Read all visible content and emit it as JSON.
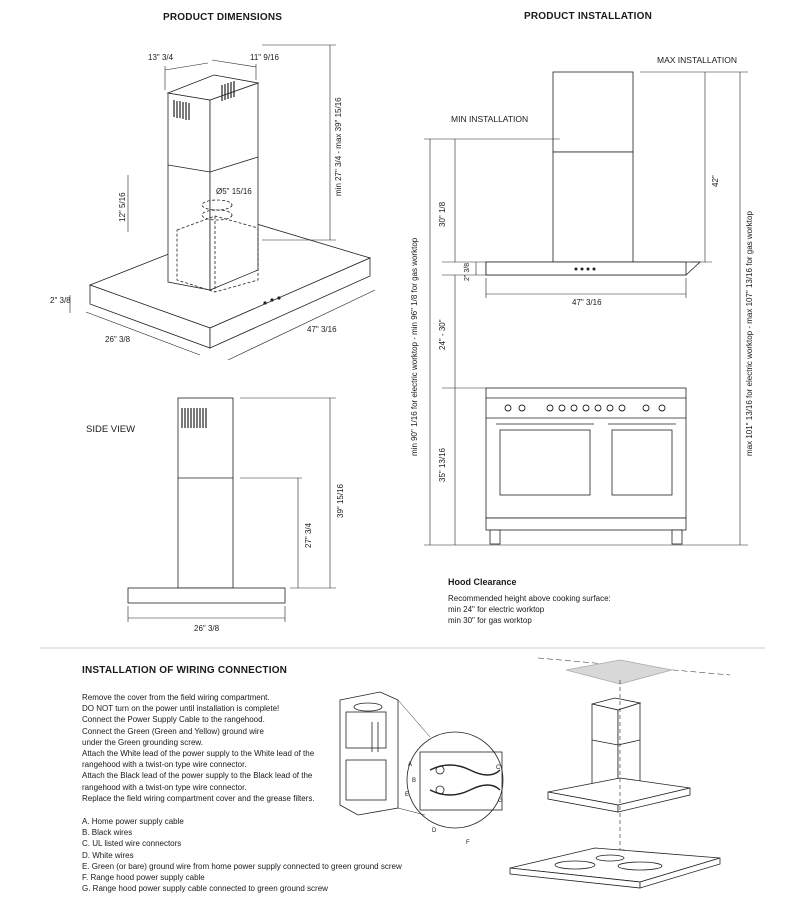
{
  "headings": {
    "dimensions": "PRODUCT DIMENSIONS",
    "installation": "PRODUCT INSTALLATION",
    "side_view": "SIDE VIEW",
    "wiring": "INSTALLATION OF WIRING CONNECTION"
  },
  "dimensions": {
    "chimney_width": "13\" 3/4",
    "chimney_depth": "11\" 9/16",
    "chimney_height_range": "min 27\" 3/4 - max 39\" 15/16",
    "duct_diameter": "Ø5\" 15/16",
    "inner_height": "12\" 5/16",
    "hood_thickness": "2\" 3/8",
    "hood_depth": "26\" 3/8",
    "hood_width": "47\" 3/16"
  },
  "side_view": {
    "total_height": "39\" 15/16",
    "min_height": "27\" 3/4",
    "depth": "26\" 3/8"
  },
  "installation": {
    "max_label": "MAX INSTALLATION",
    "min_label": "MIN INSTALLATION",
    "chimney_height": "42\"",
    "min_chimney": "30\" 1/8",
    "hood_thickness": "2\" 3/8",
    "hood_width": "47\" 3/16",
    "clearance": "24\" - 30\"",
    "range_height": "35\" 13/16",
    "left_vertical": "min 90\" 1/16 for electric worktop - min 96\" 1/8 for gas worktop",
    "right_vertical": "max 101\" 13/16 for electric worktop - max 107\" 13/16 for gas worktop"
  },
  "clearance": {
    "title": "Hood Clearance",
    "lines": [
      "Recommended height above cooking surface:",
      "min 24\" for electric worktop",
      "min 30\" for gas worktop"
    ]
  },
  "wiring": {
    "instructions": [
      "Remove the cover from the field wiring compartment.",
      "DO NOT turn on the power until installation is complete!",
      "Connect the Power Supply Cable to the rangehood.",
      "Connect the Green (Green and Yellow) ground wire",
      "under the Green grounding screw.",
      "Attach the White lead of the power supply to the White lead of the",
      "rangehood with a twist-on type wire connector.",
      "Attach the Black lead of the power supply to the Black lead of the",
      "rangehood with a twist-on type wire connector.",
      "Replace the field wiring compartment cover and the grease filters."
    ],
    "legend": [
      "A.  Home power supply cable",
      "B.  Black wires",
      "C.  UL listed wire connectors",
      "D.  White wires",
      "E.  Green (or bare) ground wire from home power supply connected to green ground screw",
      "F.  Range hood power supply cable",
      "G. Range hood power supply cable connected to green ground screw"
    ],
    "callouts": [
      "A",
      "B",
      "C",
      "D",
      "E",
      "F",
      "G"
    ]
  }
}
